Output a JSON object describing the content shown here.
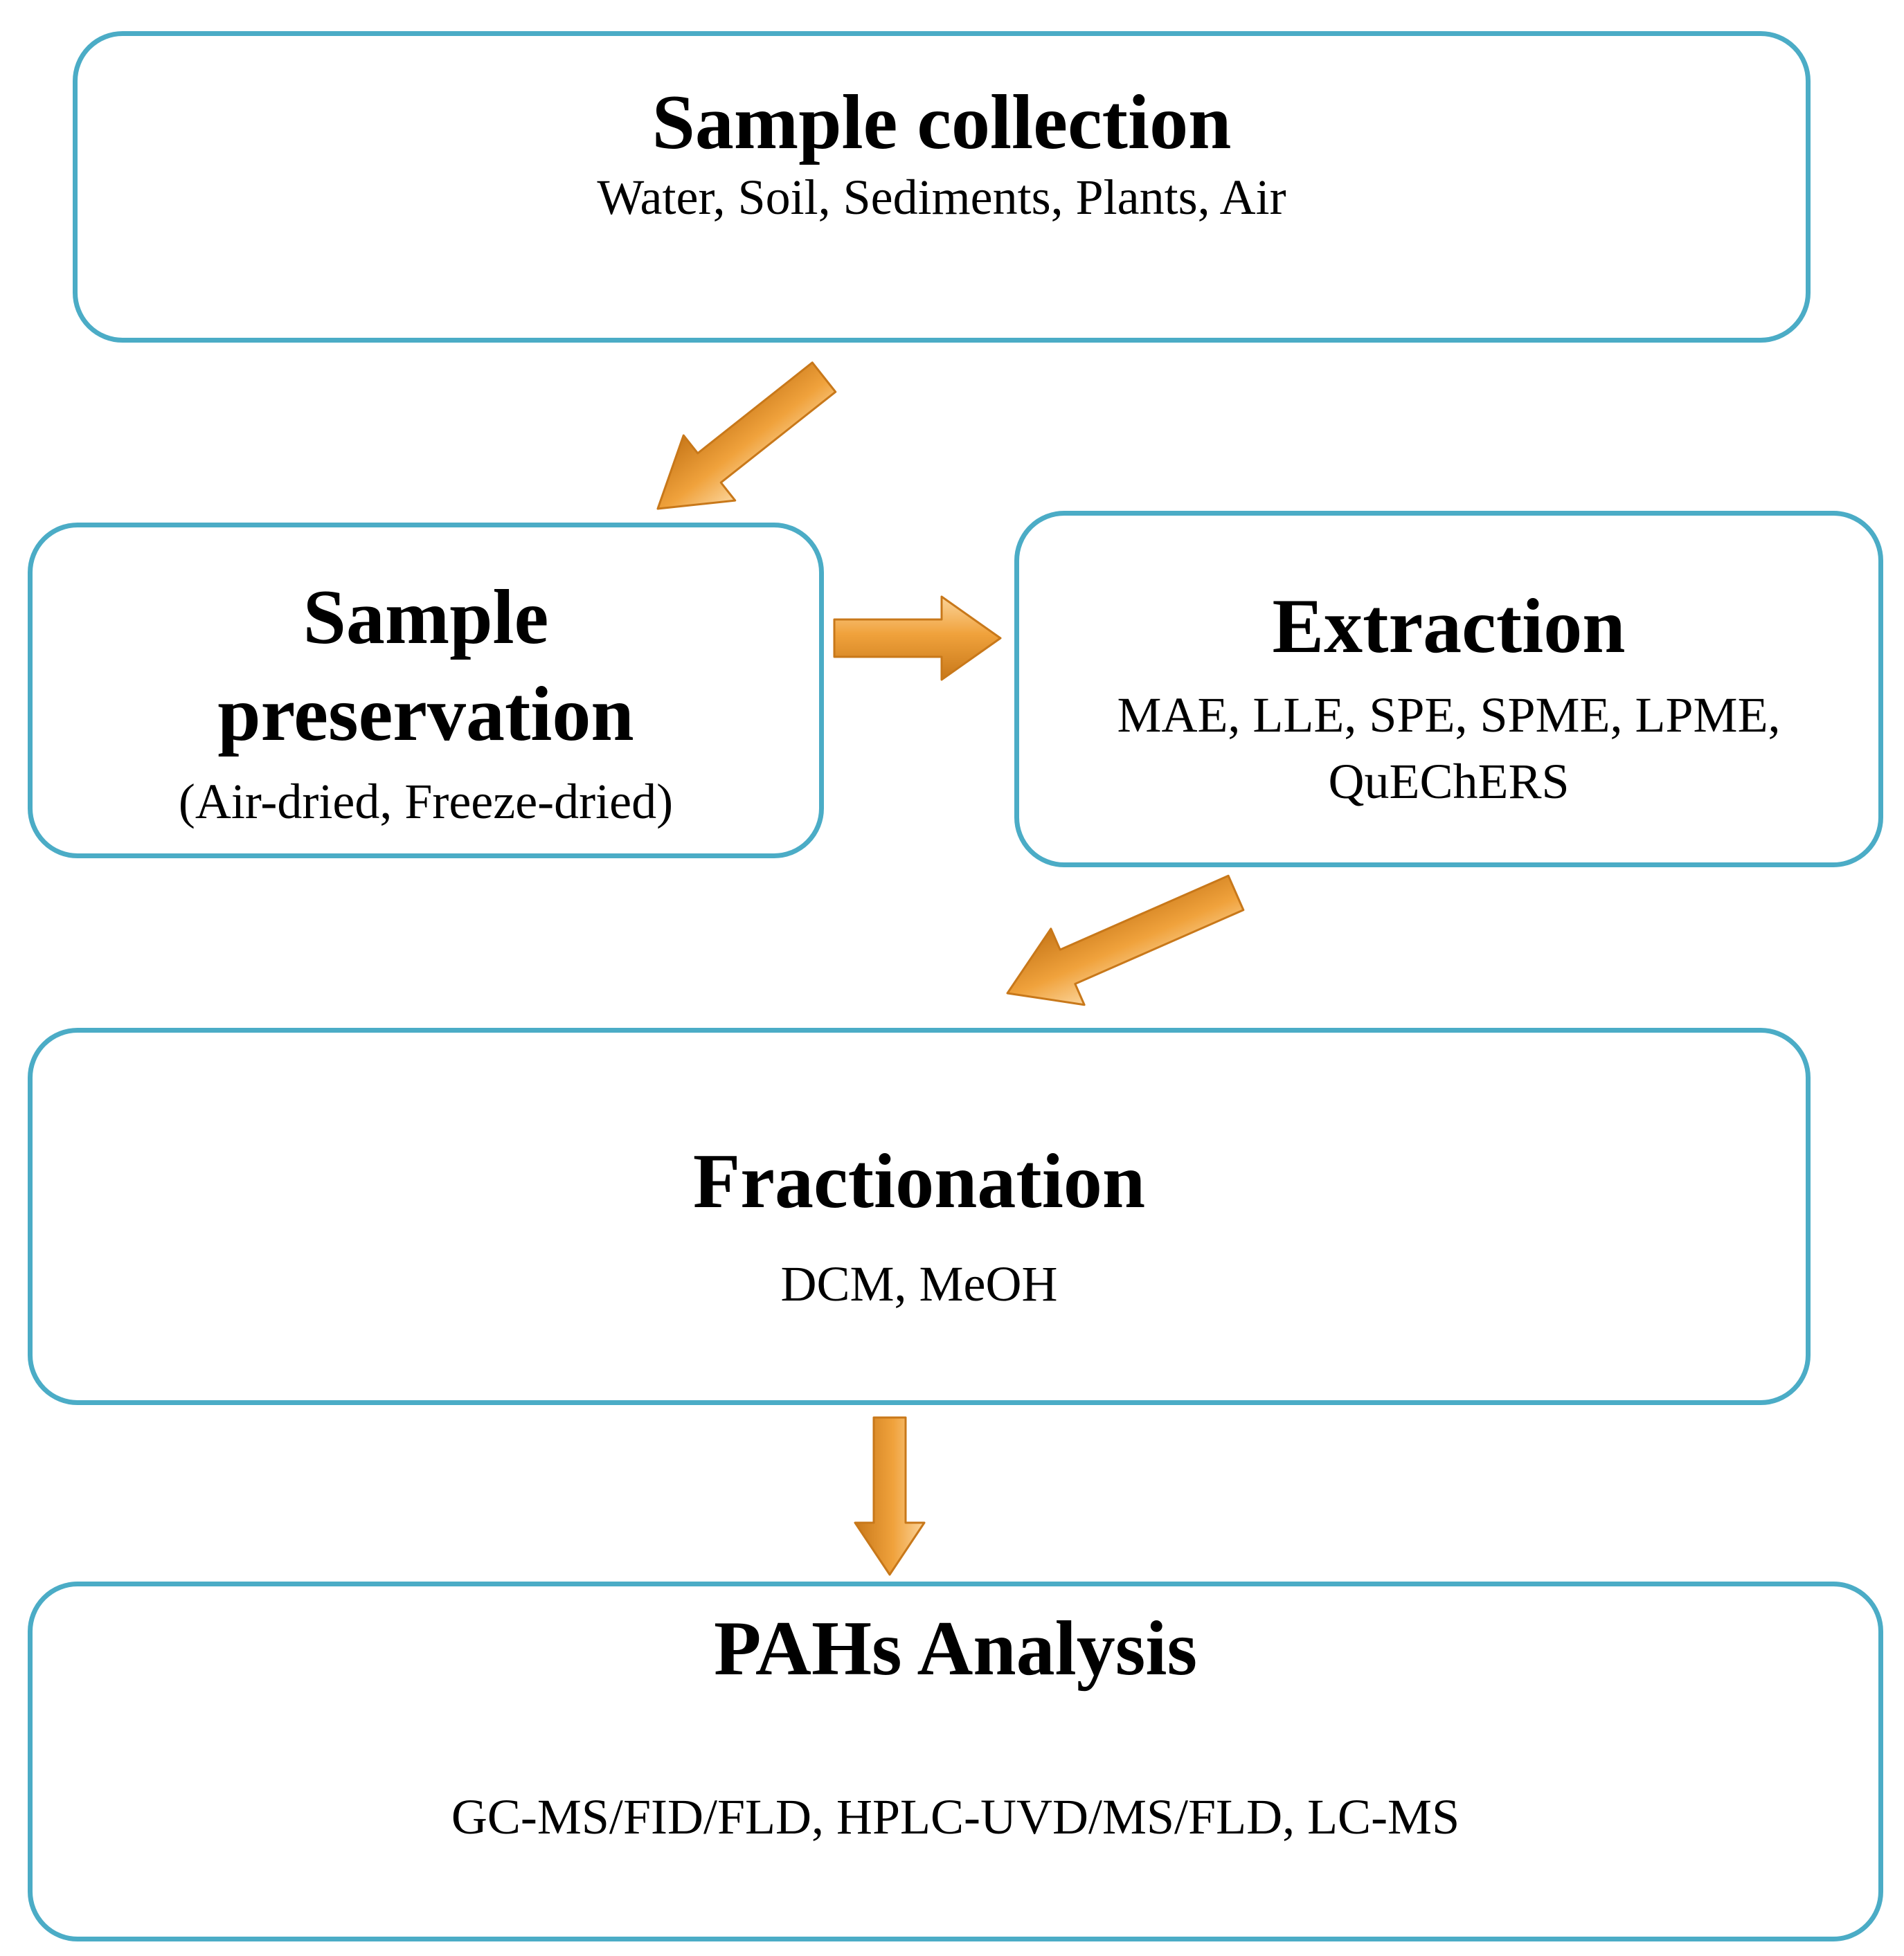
{
  "nodes": {
    "sample_collection": {
      "title": "Sample collection",
      "subtitle": "Water, Soil, Sediments, Plants, Air"
    },
    "sample_preservation": {
      "title_line1": "Sample",
      "title_line2": "preservation",
      "subtitle": "(Air-dried,  Freeze-dried)"
    },
    "extraction": {
      "title": "Extraction",
      "subtitle_line1": "MAE, LLE, SPE, SPME, LPME,",
      "subtitle_line2": "QuEChERS"
    },
    "fractionation": {
      "title": "Fractionation",
      "subtitle": "DCM, MeOH"
    },
    "pahs_analysis": {
      "title": "PAHs Analysis",
      "subtitle": "GC-MS/FID/FLD,  HPLC-UVD/MS/FLD,  LC-MS"
    }
  },
  "edges": [
    {
      "from": "sample_collection",
      "to": "sample_preservation"
    },
    {
      "from": "sample_preservation",
      "to": "extraction"
    },
    {
      "from": "extraction",
      "to": "fractionation"
    },
    {
      "from": "fractionation",
      "to": "pahs_analysis"
    }
  ],
  "colors": {
    "box_border": "#4bacc6",
    "arrow_light": "#fbd49a",
    "arrow_mid": "#f0a23c",
    "arrow_dark": "#c8781a"
  }
}
